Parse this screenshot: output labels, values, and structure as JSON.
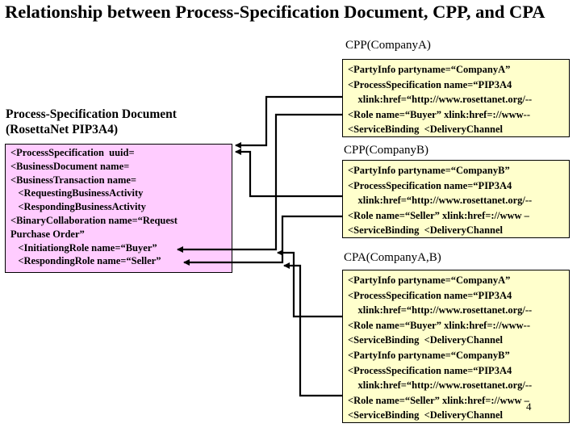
{
  "title": "Relationship between Process-Specification Document, CPP, and CPA",
  "process_spec": {
    "heading_lines": [
      "Process-Specification Document",
      "(RosettaNet PIP3A4)"
    ],
    "lines": [
      "<ProcessSpecification  uuid=",
      "<BusinessDocument name=",
      "<BusinessTransaction name=",
      "   <RequestingBusinessActivity",
      "   <RespondingBusinessActivity",
      "<BinaryCollaboration name=“Request",
      "Purchase Order”",
      "   <InitiationgRole name=“Buyer”",
      "   <RespondingRole name=“Seller”"
    ],
    "color": "#ffccff"
  },
  "cpp_a": {
    "label": "CPP(CompanyA)",
    "lines": [
      "<PartyInfo partyname=“CompanyA”",
      "<ProcessSpecification name=“PIP3A4",
      "    xlink:href=“http://www.rosettanet.org/--",
      "<Role name=“Buyer” xlink:href=://www--",
      "<ServiceBinding  <DeliveryChannel"
    ],
    "color": "#ffffcc"
  },
  "cpp_b": {
    "label": "CPP(CompanyB)",
    "lines": [
      "<PartyInfo partyname=“CompanyB”",
      "<ProcessSpecification name=“PIP3A4",
      "    xlink:href=“http://www.rosettanet.org/--",
      "<Role name=“Seller” xlink:href=://www –",
      "<ServiceBinding  <DeliveryChannel"
    ],
    "color": "#ffffcc"
  },
  "cpa": {
    "label": "CPA(CompanyA,B)",
    "lines": [
      "<PartyInfo partyname=“CompanyA”",
      "<ProcessSpecification name=“PIP3A4",
      "    xlink:href=“http://www.rosettanet.org/--",
      "<Role name=“Buyer” xlink:href=://www--",
      "<ServiceBinding  <DeliveryChannel",
      "<PartyInfo partyname=“CompanyB”",
      "<ProcessSpecification name=“PIP3A4",
      "    xlink:href=“http://www.rosettanet.org/--",
      "<Role name=“Seller” xlink:href=://www –",
      "<ServiceBinding  <DeliveryChannel"
    ],
    "color": "#ffffcc"
  },
  "page_number": "4"
}
